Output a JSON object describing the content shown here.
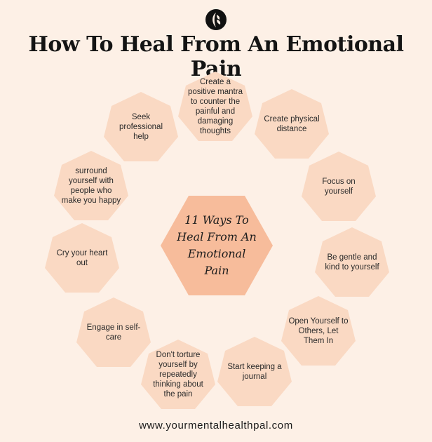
{
  "title": "How To Heal From An Emotional Pain",
  "center_label": "11 Ways To Heal From An Emotional Pain",
  "items": [
    "Create a positive mantra to counter the painful and damaging thoughts",
    "Create physical distance",
    "Focus on yourself",
    "Be gentle and kind to yourself",
    "Open Yourself to Others, Let Them In",
    "Start keeping a journal",
    "Don't torture yourself by repeatedly thinking about the pain",
    "Engage in self-care",
    "Cry your heart out",
    "surround yourself with people who make you happy",
    "Seek professional help"
  ],
  "website": "www.yourmentalhealthpal.com",
  "colors": {
    "background": "#fdf0e6",
    "hexagon": "#fad9c3",
    "center_hexagon": "#f7bc9b",
    "title": "#141414"
  },
  "icons": [
    "brand-logo-icon"
  ]
}
